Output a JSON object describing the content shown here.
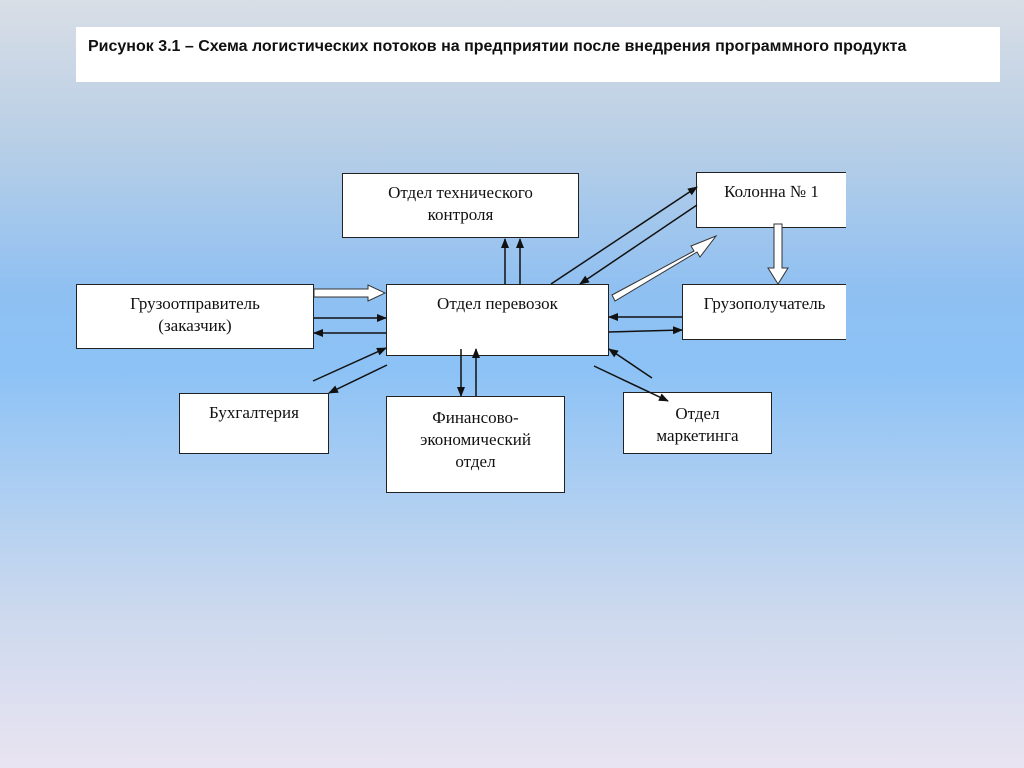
{
  "caption": "Рисунок 3.1 – Схема логистических потоков на предприятии после внедрения программного продукта",
  "nodes": {
    "tech_control": {
      "line1": "Отдел технического",
      "line2": "контроля"
    },
    "column": {
      "line1": "Колонна № 1"
    },
    "shipper": {
      "line1": "Грузоотправитель",
      "line2": "(заказчик)"
    },
    "transport": {
      "line1": "Отдел перевозок"
    },
    "consignee": {
      "line1": "Грузополучатель"
    },
    "accounting": {
      "line1": "Бухгалтерия"
    },
    "finance": {
      "line1": "Финансово-",
      "line2": "экономический",
      "line3": "отдел"
    },
    "marketing": {
      "line1": "Отдел",
      "line2": "маркетинга"
    }
  }
}
